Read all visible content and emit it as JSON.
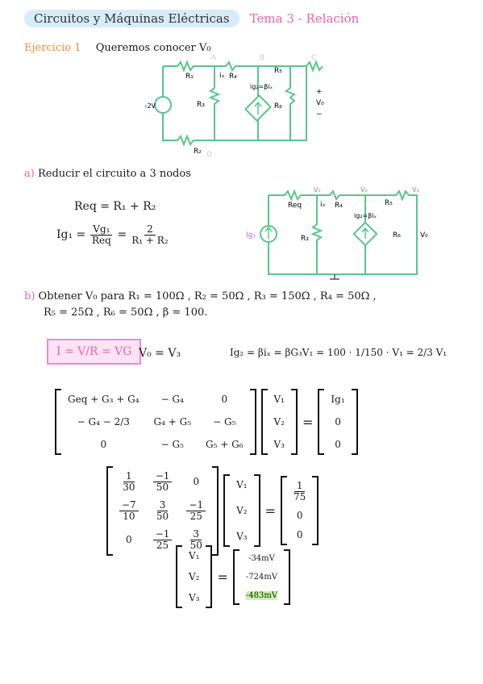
{
  "header": {
    "subject": "Circuitos y Máquinas Eléctricas",
    "topic": "Tema 3 - Relación"
  },
  "exercise": {
    "label": "Ejercicio 1",
    "statement": "Queremos conocer V₀"
  },
  "circuit1": {
    "node_labels": [
      "A",
      "B",
      "C",
      "O"
    ],
    "source": "Vg₁=2V",
    "components": [
      "R₁",
      "R₂",
      "R₃",
      "R₄",
      "R₅",
      "R₆"
    ],
    "current": "iₓ",
    "dependent_source": "ig₂=βiₓ",
    "output": "V₀",
    "plus": "+",
    "minus": "−"
  },
  "part_a": {
    "label": "a)",
    "text": "Reducir el circuito a 3 nodos",
    "req_eq": "Req = R₁ + R₂",
    "ig1_lhs": "Ig₁ =",
    "ig1_num": "Vg₁",
    "ig1_den": "Req",
    "ig1_eq": "=",
    "ig1_num2": "2",
    "ig1_den2": "R₁ + R₂"
  },
  "circuit2": {
    "node_labels": [
      "V₁",
      "V₂",
      "V₃"
    ],
    "source": "Ig₁",
    "components": [
      "Req",
      "R₃",
      "R₄",
      "R₅",
      "R₆"
    ],
    "current": "iₓ",
    "dependent_source": "ig₂=βiₓ",
    "output": "V₀"
  },
  "part_b": {
    "label": "b)",
    "line1": "Obtener V₀ para  R₁ = 100Ω , R₂ = 50Ω , R₃ = 150Ω , R₄ = 50Ω ,",
    "line2": "R₅ = 25Ω , R₆ = 50Ω , β = 100."
  },
  "formulas": {
    "ohm": "I = V/R = VG",
    "vo": "V₀ = V₃",
    "ig2": "Ig₂ = βiₓ = βG₃V₁ = 100 · 1/150 · V₁ = 2/3 V₁"
  },
  "matrix_symbolic": {
    "rows": [
      [
        "Geq + G₃ + G₄",
        "− G₄",
        "0"
      ],
      [
        "− G₄ − 2/3",
        "G₄ + G₅",
        "− G₅"
      ],
      [
        "0",
        "− G₅",
        "G₅ + G₆"
      ]
    ],
    "vars": [
      "V₁",
      "V₂",
      "V₃"
    ],
    "rhs": [
      "Ig₁",
      "0",
      "0"
    ],
    "equals": "="
  },
  "matrix_numeric": {
    "rows": [
      [
        [
          "1",
          "30"
        ],
        [
          "−1",
          "50"
        ],
        [
          "0",
          ""
        ]
      ],
      [
        [
          "−7",
          "10"
        ],
        [
          "3",
          "50"
        ],
        [
          "−1",
          "25"
        ]
      ],
      [
        [
          "0",
          ""
        ],
        [
          "−1",
          "25"
        ],
        [
          "3",
          "50"
        ]
      ]
    ],
    "vars": [
      "V₁",
      "V₂",
      "V₃"
    ],
    "rhs": [
      [
        "1",
        "75"
      ],
      [
        "0",
        ""
      ],
      [
        "0",
        ""
      ]
    ],
    "equals": "="
  },
  "solution": {
    "vars": [
      "V₁",
      "V₂",
      "V₃"
    ],
    "values": [
      "-34mV",
      "-724mV",
      "-483mV"
    ],
    "equals": "=",
    "highlight_color": "#c8f5a6"
  },
  "colors": {
    "title_bg": "#d6ecf8",
    "accent_pink": "#f061a8",
    "accent_orange": "#f08a3c",
    "wire_green": "#58c58c",
    "node_purple": "#b067e8"
  }
}
